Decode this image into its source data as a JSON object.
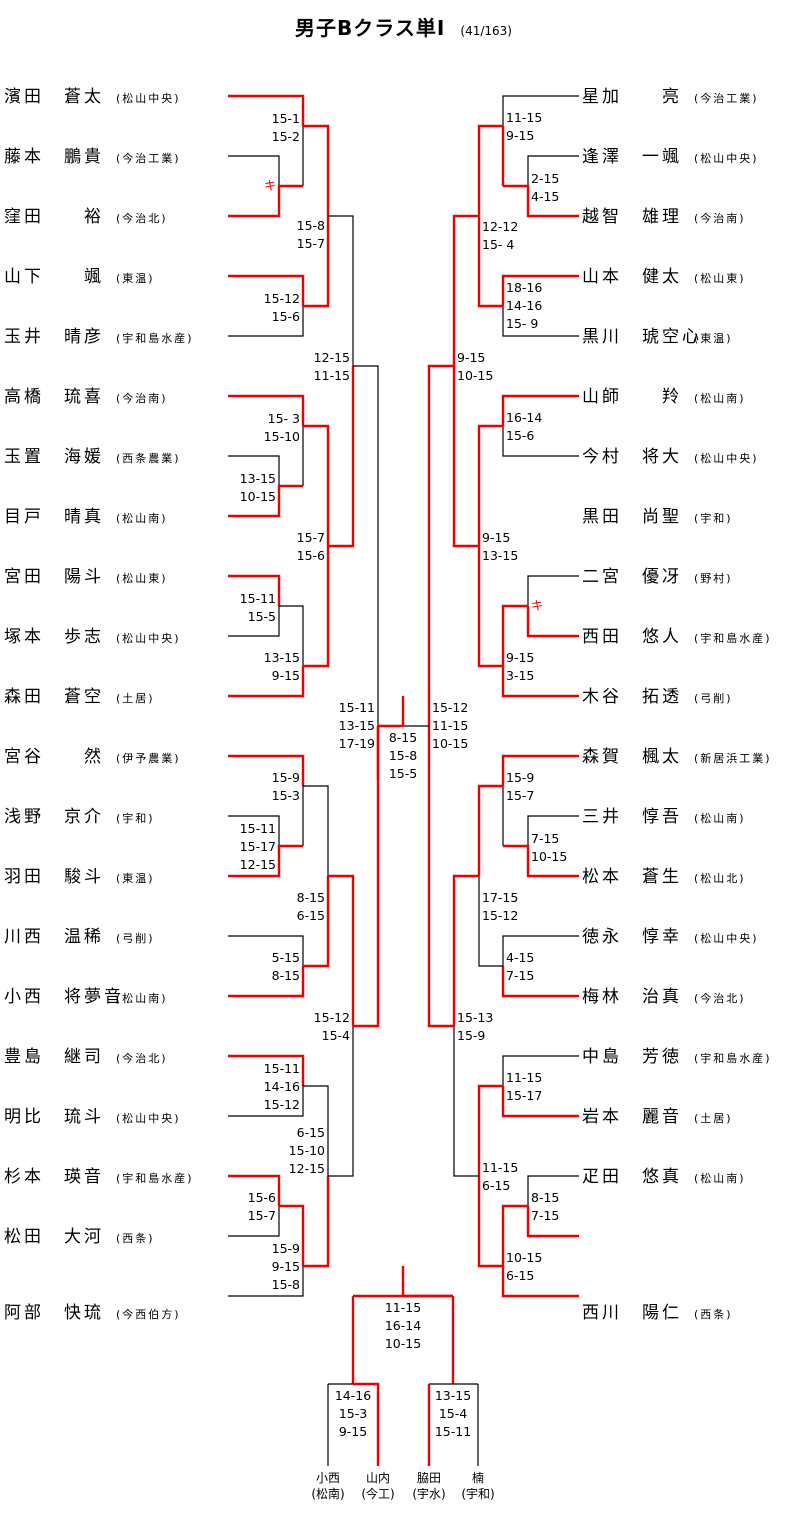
{
  "title": "男子Bクラス単Ⅰ",
  "count": "(41/163)",
  "colors": {
    "win": "#ee0000",
    "line": "#000000"
  },
  "chart_data": {
    "type": "table",
    "title": "男子Bクラス単Ⅰ (41/163)",
    "left_players": [
      {
        "name": "濱田　蒼太",
        "school": "松山中央"
      },
      {
        "name": "藤本　鵬貴",
        "school": "今治工業"
      },
      {
        "name": "窪田　　裕",
        "school": "今治北"
      },
      {
        "name": "山下　　颯",
        "school": "東温"
      },
      {
        "name": "玉井　晴彦",
        "school": "宇和島水産"
      },
      {
        "name": "高橋　琉喜",
        "school": "今治南"
      },
      {
        "name": "玉置　海媛",
        "school": "西条農業"
      },
      {
        "name": "目戸　晴真",
        "school": "松山南"
      },
      {
        "name": "宮田　陽斗",
        "school": "松山東"
      },
      {
        "name": "塚本　歩志",
        "school": "松山中央"
      },
      {
        "name": "森田　蒼空",
        "school": "土居"
      },
      {
        "name": "宮谷　　然",
        "school": "伊予農業"
      },
      {
        "name": "浅野　京介",
        "school": "宇和"
      },
      {
        "name": "羽田　駿斗",
        "school": "東温"
      },
      {
        "name": "川西　温稀",
        "school": "弓削"
      },
      {
        "name": "小西　将夢音",
        "school": "松山南"
      },
      {
        "name": "豊島　継司",
        "school": "今治北"
      },
      {
        "name": "明比　琉斗",
        "school": "松山中央"
      },
      {
        "name": "杉本　瑛音",
        "school": "宇和島水産"
      },
      {
        "name": "松田　大河",
        "school": "西条"
      },
      {
        "name": "阿部　快琉",
        "school": "今西伯方"
      }
    ],
    "right_players": [
      {
        "name": "星加　　亮",
        "school": "今治工業"
      },
      {
        "name": "逢澤　一颯",
        "school": "松山中央"
      },
      {
        "name": "越智　雄理",
        "school": "今治南"
      },
      {
        "name": "山本　健太",
        "school": "松山東"
      },
      {
        "name": "黒川　琥空心",
        "school": "東温"
      },
      {
        "name": "山師　　羚",
        "school": "松山南"
      },
      {
        "name": "今村　将大",
        "school": "松山中央"
      },
      {
        "name": "黒田　尚聖",
        "school": "宇和"
      },
      {
        "name": "二宮　優冴",
        "school": "野村"
      },
      {
        "name": "西田　悠人",
        "school": "宇和島水産"
      },
      {
        "name": "木谷　拓透",
        "school": "弓削"
      },
      {
        "name": "森賀　楓太",
        "school": "新居浜工業"
      },
      {
        "name": "三井　惇吾",
        "school": "松山南"
      },
      {
        "name": "松本　蒼生",
        "school": "松山北"
      },
      {
        "name": "徳永　惇幸",
        "school": "松山中央"
      },
      {
        "name": "梅林　治真",
        "school": "今治北"
      },
      {
        "name": "中島　芳徳",
        "school": "宇和島水産"
      },
      {
        "name": "岩本　麗音",
        "school": "土居"
      },
      {
        "name": "疋田　悠真",
        "school": "松山南"
      },
      {
        "name": "西川　陽仁",
        "school": "西条"
      }
    ],
    "scores": {
      "left": [
        [
          "15-1",
          "15-2"
        ],
        [
          "キ"
        ],
        [
          "15-8",
          "15-7"
        ],
        [
          "15-12",
          "15-6"
        ],
        [
          "12-15",
          "11-15"
        ],
        [
          "15- 3",
          "15-10"
        ],
        [
          "13-15",
          "10-15"
        ],
        [
          "15-7",
          "15-6"
        ],
        [
          "15-11",
          "15-5"
        ],
        [
          "13-15",
          "9-15"
        ],
        [
          "15-11",
          "13-15",
          "17-19"
        ],
        [
          "15-9",
          "15-3"
        ],
        [
          "15-11",
          "15-17",
          "12-15"
        ],
        [
          "8-15",
          "6-15"
        ],
        [
          "5-15",
          "8-15"
        ],
        [
          "15-12",
          "15-4"
        ],
        [
          "15-11",
          "14-16",
          "15-12"
        ],
        [
          "6-15",
          "15-10",
          "12-15"
        ],
        [
          "15-6",
          "15-7"
        ],
        [
          "15-9",
          "9-15",
          "15-8"
        ]
      ],
      "right": [
        [
          "11-15",
          " 9-15"
        ],
        [
          "2-15",
          "4-15"
        ],
        [
          "12-12",
          "15- 4"
        ],
        [
          "18-16",
          "14-16",
          "15- 9"
        ],
        [
          "9-15",
          "10-15"
        ],
        [
          "16-14",
          "15-6"
        ],
        [
          " 9-15",
          "13-15"
        ],
        [
          "キ"
        ],
        [
          "9-15",
          "3-15"
        ],
        [
          "15-12",
          "11-15",
          "10-15"
        ],
        [
          "15-9",
          "15-7"
        ],
        [
          " 7-15",
          "10-15"
        ],
        [
          "17-15",
          "15-12"
        ],
        [
          "4-15",
          "7-15"
        ],
        [
          "15-13",
          "15-9"
        ],
        [
          "11-15",
          "15-17"
        ],
        [
          "11-15",
          " 6-15"
        ],
        [
          "8-15",
          "7-15"
        ],
        [
          "10-15",
          " 6-15"
        ]
      ],
      "final": [
        "8-15",
        "15-8",
        "15-5"
      ]
    },
    "third_place": {
      "final": [
        "11-15",
        "16-14",
        "10-15"
      ],
      "semi_left": [
        "14-16",
        "15-3",
        "9-15"
      ],
      "semi_right": [
        "13-15",
        "15-4",
        "15-11"
      ],
      "players": [
        {
          "name": "小西",
          "school": "(松南)"
        },
        {
          "name": "山内",
          "school": "(今工)"
        },
        {
          "name": "脇田",
          "school": "(宇水)"
        },
        {
          "name": "楠",
          "school": "(宇和)"
        }
      ]
    }
  }
}
